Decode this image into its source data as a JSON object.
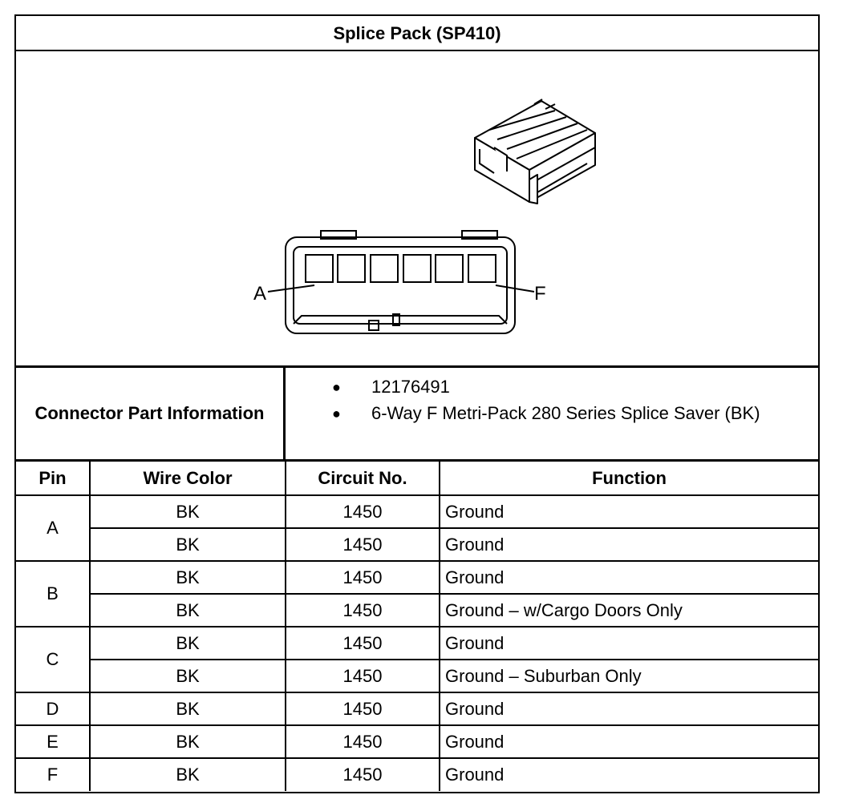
{
  "title": "Splice Pack (SP410)",
  "diagram": {
    "label_left": "A",
    "label_right": "F"
  },
  "connector_info": {
    "label": "Connector Part Information",
    "items": [
      "12176491",
      "6-Way F Metri-Pack 280 Series Splice Saver (BK)"
    ]
  },
  "table": {
    "headers": [
      "Pin",
      "Wire Color",
      "Circuit No.",
      "Function"
    ],
    "rows": [
      {
        "pin": "A",
        "wire": "BK",
        "circuit": "1450",
        "function": "Ground"
      },
      {
        "pin": "",
        "wire": "BK",
        "circuit": "1450",
        "function": "Ground"
      },
      {
        "pin": "B",
        "wire": "BK",
        "circuit": "1450",
        "function": "Ground"
      },
      {
        "pin": "",
        "wire": "BK",
        "circuit": "1450",
        "function": "Ground – w/Cargo Doors Only"
      },
      {
        "pin": "C",
        "wire": "BK",
        "circuit": "1450",
        "function": "Ground"
      },
      {
        "pin": "",
        "wire": "BK",
        "circuit": "1450",
        "function": "Ground – Suburban Only"
      },
      {
        "pin": "D",
        "wire": "BK",
        "circuit": "1450",
        "function": "Ground"
      },
      {
        "pin": "E",
        "wire": "BK",
        "circuit": "1450",
        "function": "Ground"
      },
      {
        "pin": "F",
        "wire": "BK",
        "circuit": "1450",
        "function": "Ground"
      }
    ]
  }
}
